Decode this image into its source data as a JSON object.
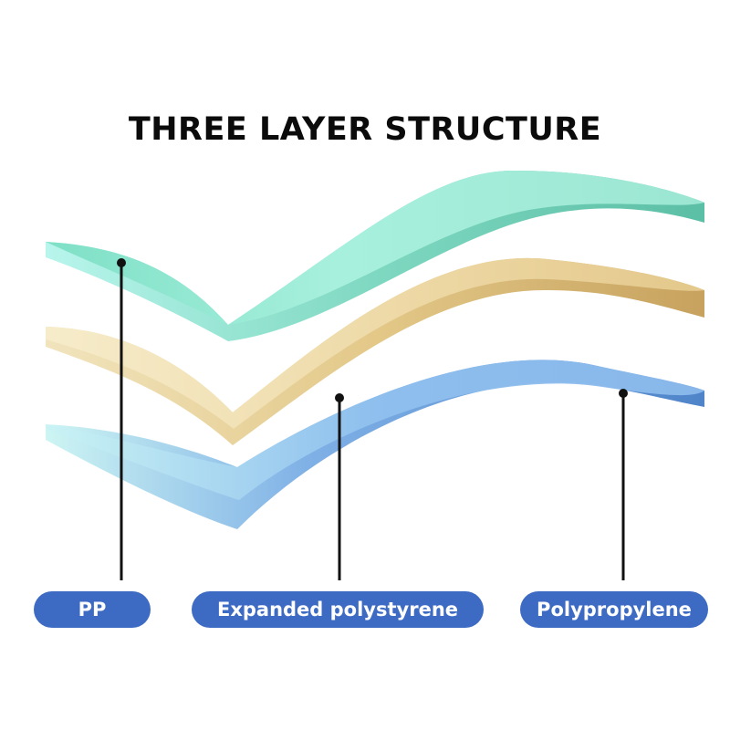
{
  "title": "THREE LAYER STRUCTURE",
  "layers": [
    {
      "label": "PP",
      "color_top": "#a7efdc",
      "color_edge": "#7fd9c4"
    },
    {
      "label": "Expanded polystyrene",
      "color_top": "#f4e3b8",
      "color_edge": "#d9bd7c"
    },
    {
      "label": "Polypropylene",
      "color_top": "#a7c9f0",
      "color_edge": "#6e9fd8"
    }
  ],
  "accent_color": "#3d6bc4"
}
